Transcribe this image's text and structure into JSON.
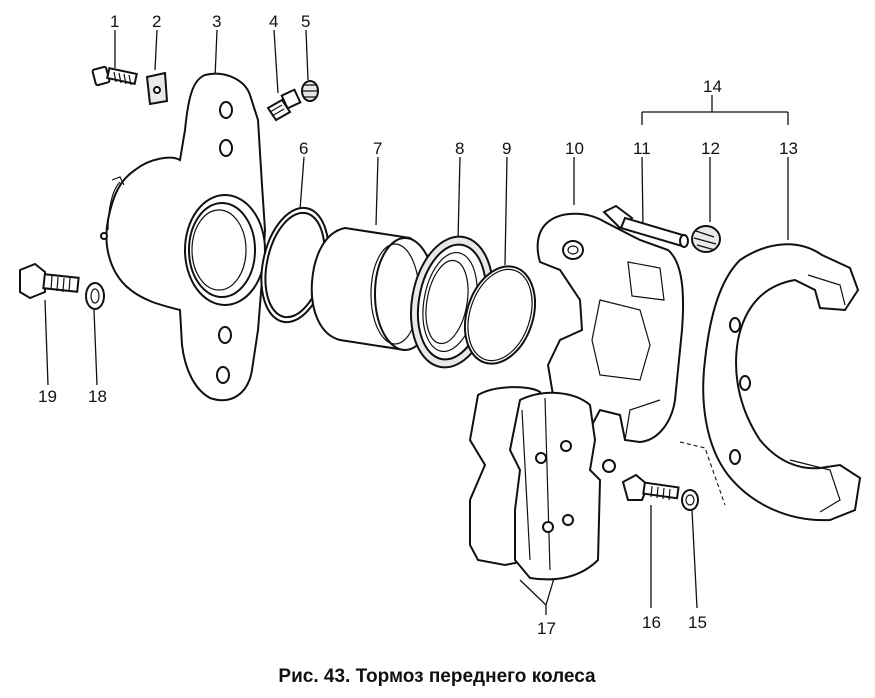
{
  "caption": "Рис. 43. Тормоз переднего колеса",
  "labels": {
    "n1": "1",
    "n2": "2",
    "n3": "3",
    "n4": "4",
    "n5": "5",
    "n6": "6",
    "n7": "7",
    "n8": "8",
    "n9": "9",
    "n10": "10",
    "n11": "11",
    "n12": "12",
    "n13": "13",
    "n14": "14",
    "n15": "15",
    "n16": "16",
    "n17": "17",
    "n18": "18",
    "n19": "19"
  }
}
